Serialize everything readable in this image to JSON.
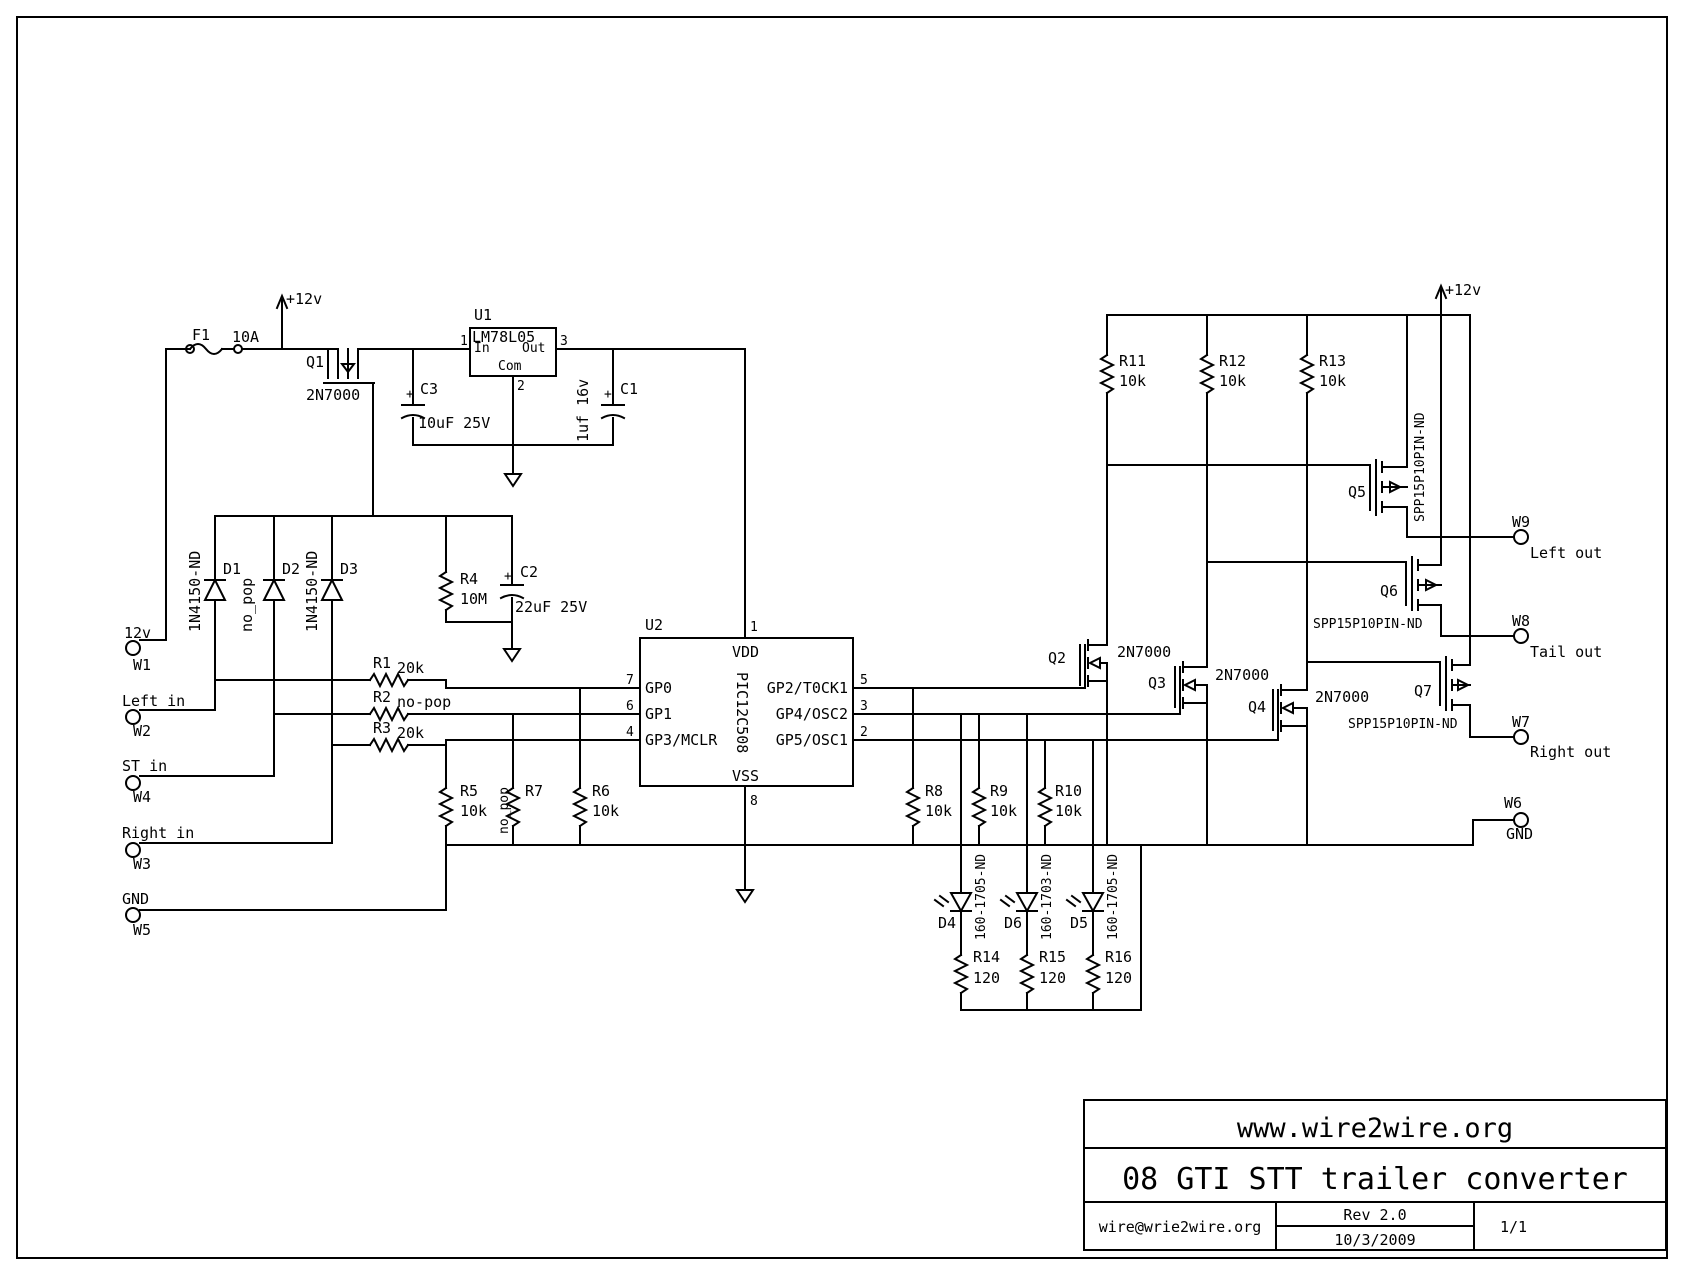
{
  "title_block": {
    "website": "www.wire2wire.org",
    "title": "08 GTI STT trailer converter",
    "email": "wire@wrie2wire.org",
    "rev": "Rev 2.0",
    "date": "10/3/2009",
    "sheet": "1/1"
  },
  "power": {
    "vplus_left": "+12v",
    "vplus_right": "+12v"
  },
  "fuse": {
    "ref": "F1",
    "value": "10A"
  },
  "regulator": {
    "ref": "U1",
    "part": "LM78L05",
    "in": "In",
    "out": "Out",
    "com": "Com",
    "pin1": "1",
    "pin2": "2",
    "pin3": "3"
  },
  "mcu": {
    "ref": "U2",
    "part": "PIC12C508",
    "vdd": "VDD",
    "vss": "VSS",
    "gp0": "GP0",
    "gp1": "GP1",
    "gp3": "GP3/MCLR",
    "gp2": "GP2/T0CK1",
    "gp4": "GP4/OSC2",
    "gp5": "GP5/OSC1",
    "p1": "1",
    "p8": "8",
    "p7": "7",
    "p6": "6",
    "p4": "4",
    "p5": "5",
    "p3": "3",
    "p2": "2"
  },
  "capacitors": {
    "c1": {
      "ref": "C1",
      "value": "1uf 16v"
    },
    "c2": {
      "ref": "C2",
      "value": "22uF 25V"
    },
    "c3": {
      "ref": "C3",
      "value": "10uF 25V"
    }
  },
  "diodes": {
    "d1": {
      "ref": "D1",
      "value": "1N4150-ND"
    },
    "d2": {
      "ref": "D2",
      "value": "no_pop"
    },
    "d3": {
      "ref": "D3",
      "value": "1N4150-ND"
    },
    "d4": {
      "ref": "D4",
      "value": "160-1705-ND"
    },
    "d5": {
      "ref": "D5",
      "value": "160-1705-ND"
    },
    "d6": {
      "ref": "D6",
      "value": "160-1703-ND"
    }
  },
  "resistors": {
    "r1": {
      "ref": "R1",
      "value": "20k"
    },
    "r2": {
      "ref": "R2",
      "value": "no-pop"
    },
    "r3": {
      "ref": "R3",
      "value": "20k"
    },
    "r4": {
      "ref": "R4",
      "value": "10M"
    },
    "r5": {
      "ref": "R5",
      "value": "10k"
    },
    "r6": {
      "ref": "R6",
      "value": "10k"
    },
    "r7": {
      "ref": "R7",
      "value": "no_pop"
    },
    "r8": {
      "ref": "R8",
      "value": "10k"
    },
    "r9": {
      "ref": "R9",
      "value": "10k"
    },
    "r10": {
      "ref": "R10",
      "value": "10k"
    },
    "r11": {
      "ref": "R11",
      "value": "10k"
    },
    "r12": {
      "ref": "R12",
      "value": "10k"
    },
    "r13": {
      "ref": "R13",
      "value": "10k"
    },
    "r14": {
      "ref": "R14",
      "value": "120"
    },
    "r15": {
      "ref": "R15",
      "value": "120"
    },
    "r16": {
      "ref": "R16",
      "value": "120"
    }
  },
  "transistors": {
    "q1": {
      "ref": "Q1",
      "value": "2N7000"
    },
    "q2": {
      "ref": "Q2",
      "value": "2N7000"
    },
    "q3": {
      "ref": "Q3",
      "value": "2N7000"
    },
    "q4": {
      "ref": "Q4",
      "value": "2N7000"
    },
    "q5": {
      "ref": "Q5",
      "value": "SPP15P10PIN-ND"
    },
    "q6": {
      "ref": "Q6",
      "value": "SPP15P10PIN-ND"
    },
    "q7": {
      "ref": "Q7",
      "value": "SPP15P10PIN-ND"
    }
  },
  "connectors": {
    "w1": {
      "ref": "W1",
      "label": "12v"
    },
    "w2": {
      "ref": "W2",
      "label": "Left in"
    },
    "w3": {
      "ref": "W3",
      "label": "Right in"
    },
    "w4": {
      "ref": "W4",
      "label": "ST in"
    },
    "w5": {
      "ref": "W5",
      "label": "GND"
    },
    "w6": {
      "ref": "W6",
      "label": "GND"
    },
    "w7": {
      "ref": "W7",
      "label": "Right out"
    },
    "w8": {
      "ref": "W8",
      "label": "Tail out"
    },
    "w9": {
      "ref": "W9",
      "label": "Left out"
    }
  }
}
